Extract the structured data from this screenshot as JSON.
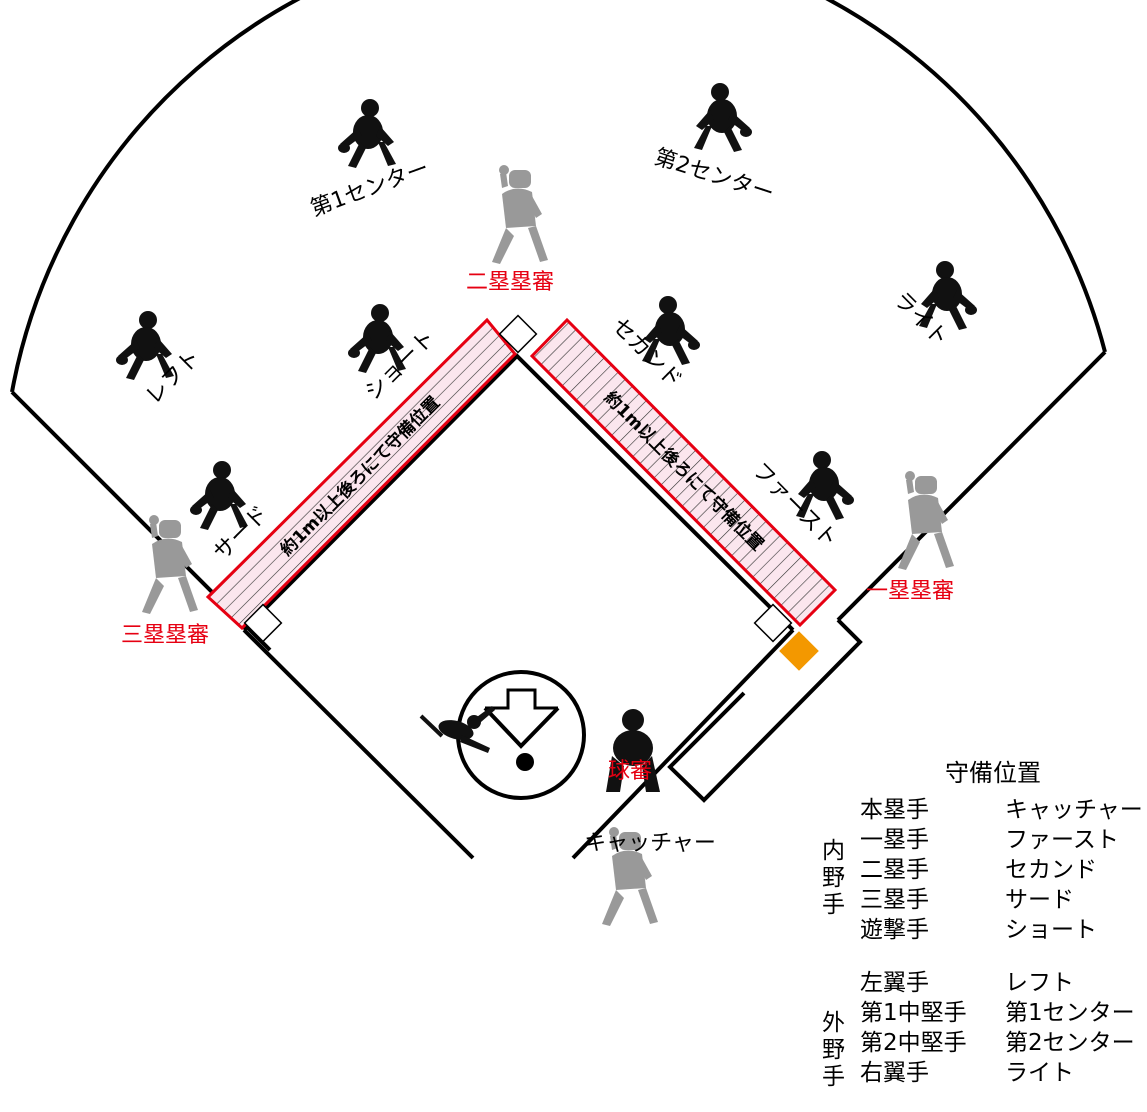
{
  "positions": {
    "center1": "第1センター",
    "center2": "第2センター",
    "left": "レフト",
    "short": "ショート",
    "second": "セカンド",
    "right": "ライト",
    "third": "サード",
    "first": "ファースト",
    "catcher": "キャッチャー"
  },
  "umpires": {
    "second_base": "二塁塁審",
    "third_base": "三塁塁審",
    "first_base": "一塁塁審",
    "home_plate": "球審"
  },
  "strip_note": "約1m以上後ろにて守備位置",
  "legend": {
    "title": "守備位置",
    "infield_group": "内野手",
    "outfield_group": "外野手",
    "infield": [
      {
        "jp": "本塁手",
        "kana": "キャッチャー"
      },
      {
        "jp": "一塁手",
        "kana": "ファースト"
      },
      {
        "jp": "二塁手",
        "kana": "セカンド"
      },
      {
        "jp": "三塁手",
        "kana": "サード"
      },
      {
        "jp": "遊撃手",
        "kana": "ショート"
      }
    ],
    "outfield": [
      {
        "jp": "左翼手",
        "kana": "レフト"
      },
      {
        "jp": "第1中堅手",
        "kana": "第1センター"
      },
      {
        "jp": "第2中堅手",
        "kana": "第2センター"
      },
      {
        "jp": "右翼手",
        "kana": "ライト"
      }
    ]
  },
  "colors": {
    "player": "#111111",
    "umpire": "#999999",
    "umpire_label": "#e60012",
    "strip_border": "#e60012",
    "strip_fill": "#fbe6ee",
    "base_marker": "#f39800"
  }
}
